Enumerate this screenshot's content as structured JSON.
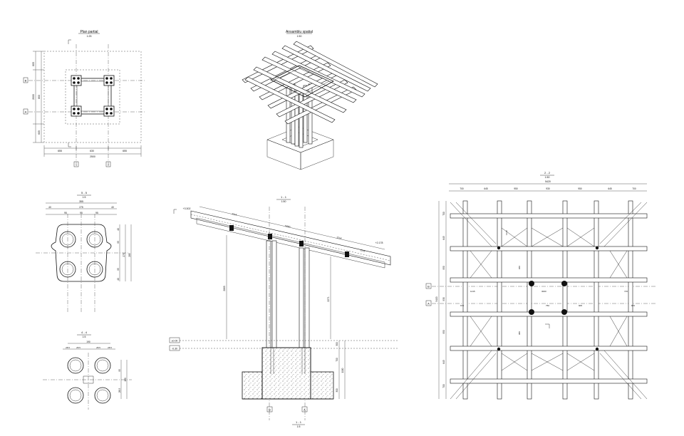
{
  "sheet": {
    "plan_partial": {
      "title": "Plan partial",
      "scale": "1:25",
      "axis_a": "A",
      "axis_b": "B",
      "axis_1": "1",
      "axis_2": "2",
      "dims_v": [
        "605",
        "2000",
        "800",
        "605"
      ],
      "dims_h": [
        "655",
        "630",
        "655"
      ],
      "dim_total": "2500"
    },
    "axonometry": {
      "title": "Ansamblu spatial",
      "scale": "1:50"
    },
    "section_55": {
      "title": "5 - 5",
      "scale": "1:5",
      "dims_top": [
        "40",
        "355",
        "275",
        "40"
      ],
      "dims_mid": [
        "95",
        "95",
        "95"
      ],
      "dims_side": [
        "40",
        "95",
        "275",
        "95",
        "40",
        "285"
      ]
    },
    "section_44": {
      "title": "4 - 4",
      "scale": "1:5",
      "dims": [
        "28.5",
        "28.5",
        "190",
        "28.5",
        "28.5"
      ],
      "dims_side": [
        "180",
        "95",
        "28.5"
      ]
    },
    "elevation": {
      "title": "1 - 1",
      "scale": "1:50",
      "label_top_left": "+3.302",
      "label_top_right": "+2.178",
      "dims_beam": [
        "1214",
        "5400",
        "1214",
        "1215"
      ],
      "height_left": "2865",
      "height_right": "2271",
      "level_zero": "±0.00",
      "level_minus": "-0.30",
      "dims_found": [
        "300",
        "700",
        "1100",
        "300"
      ],
      "axis_b": "B",
      "axis_a": "A",
      "bottom_title": "1 - 1",
      "bottom_scale": "1:5"
    },
    "roof_plan": {
      "title": "2 - 2",
      "scale": "1:50",
      "dim_total": "5420",
      "dims_top": [
        "700",
        "645",
        "950",
        "930",
        "950",
        "645",
        "700"
      ],
      "dims_left": [
        "700",
        "645",
        "950",
        "930",
        "950",
        "645",
        "700"
      ],
      "dims_inner": [
        "670",
        "1215",
        "1210",
        "3000",
        "715",
        "750",
        "905",
        "670",
        "960",
        "980"
      ],
      "axis_a": "A",
      "axis_b": "B",
      "label_left": "5420"
    }
  }
}
